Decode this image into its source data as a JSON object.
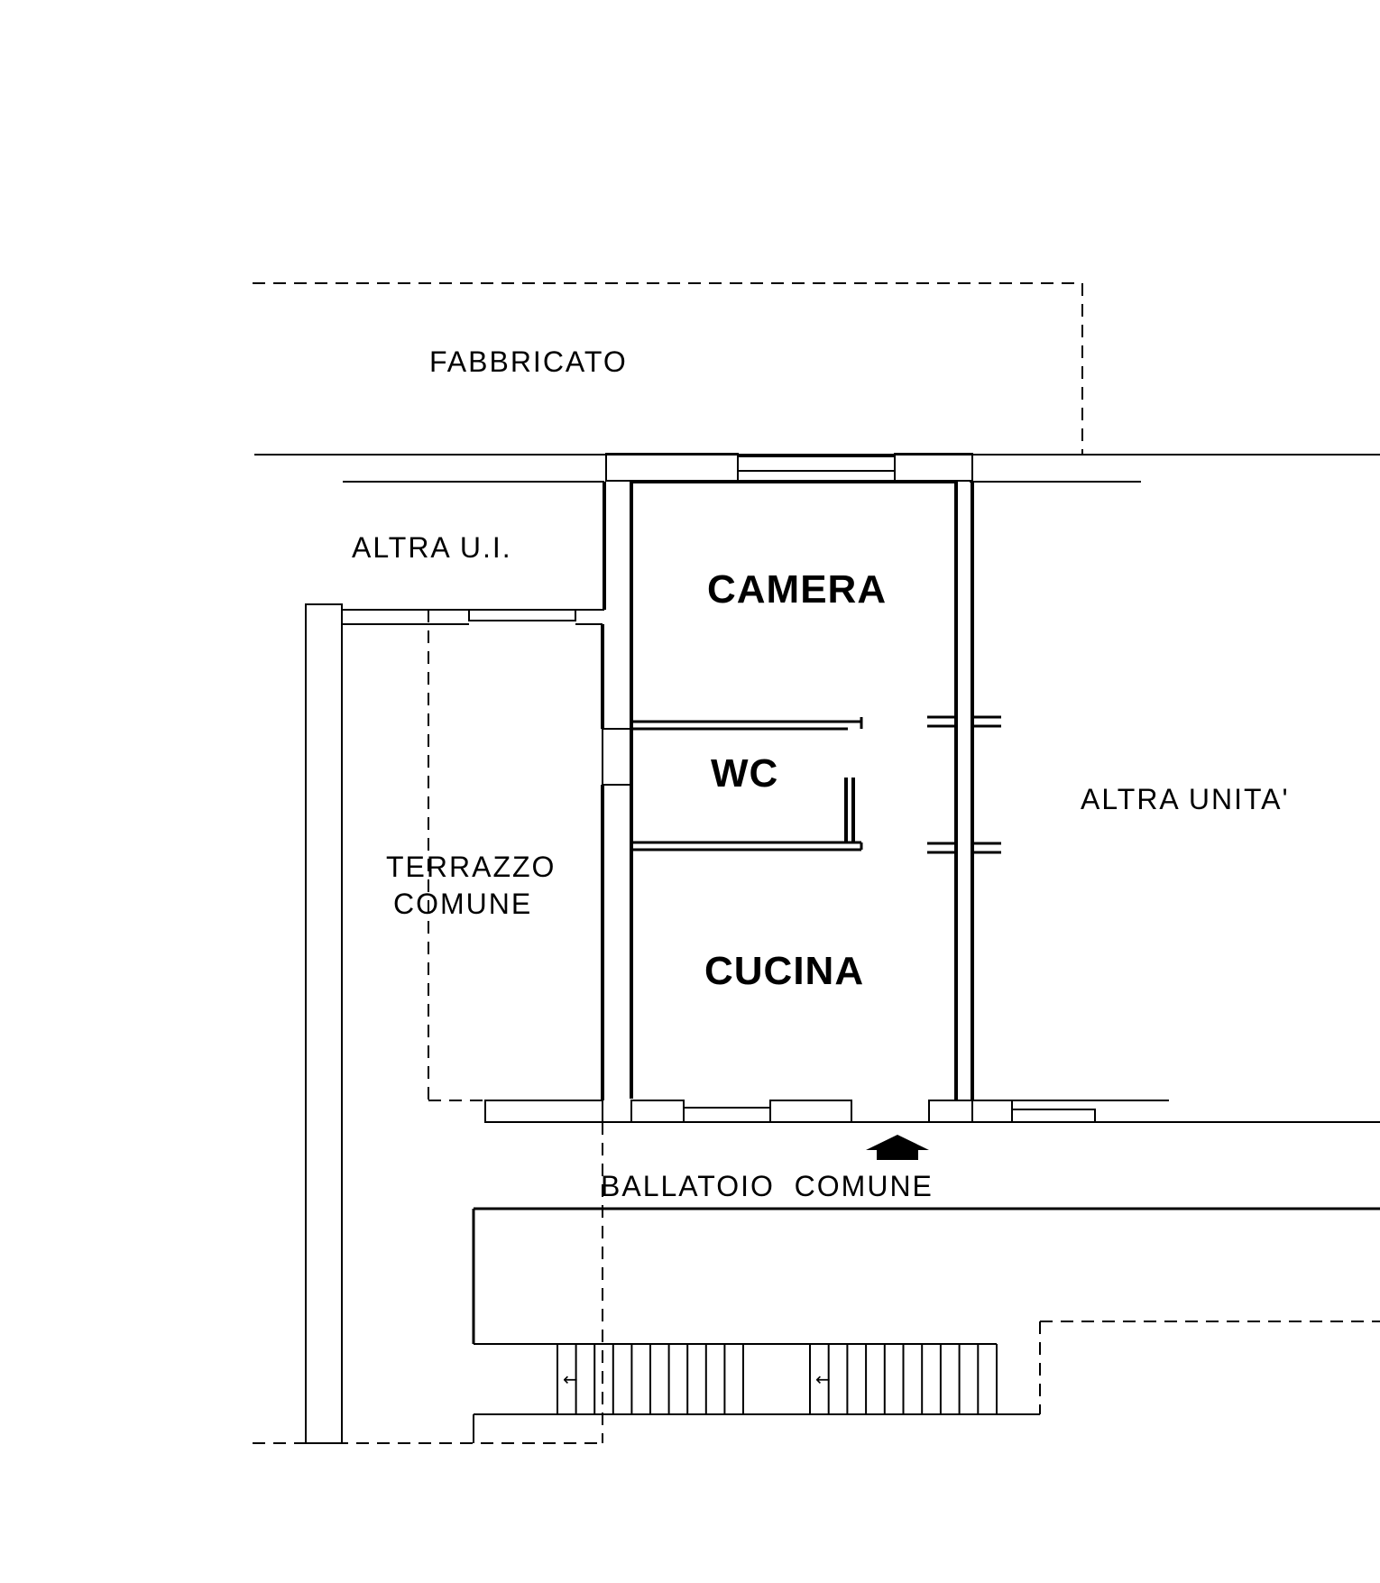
{
  "labels": {
    "fabbricato": "FABBRICATO",
    "altra_ui": "ALTRA U.I.",
    "camera": "CAMERA",
    "wc": "WC",
    "altra_unita": "ALTRA UNITA'",
    "terrazzo_line1": "TERRAZZO",
    "terrazzo_line2": "COMUNE",
    "cucina": "CUCINA",
    "ballatoio": "BALLATOIO  COMUNE"
  },
  "colors": {
    "ink": "#000000",
    "paper": "#ffffff"
  },
  "icons": {
    "entrance": "arrow-up-icon"
  }
}
